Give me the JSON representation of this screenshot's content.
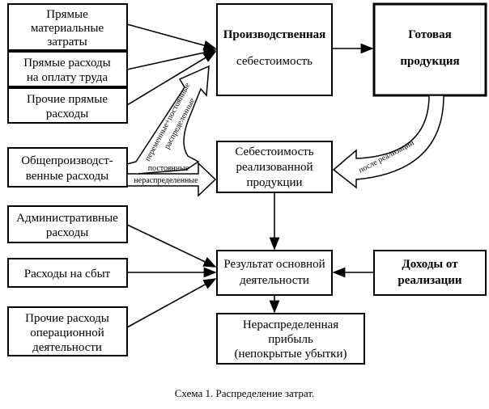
{
  "left_boxes": {
    "direct_materials": [
      "Прямые",
      "материальные",
      "затраты"
    ],
    "direct_labor": [
      "Прямые расходы",
      "на оплату труда"
    ],
    "other_direct": [
      "Прочие прямые",
      "расходы"
    ],
    "overhead": [
      "Общепроизводст-",
      "венные расходы"
    ],
    "administrative": [
      "Административные",
      "расходы"
    ],
    "selling": [
      "Расходы на сбыт"
    ],
    "other_operating": [
      "Прочие расходы",
      "операционной",
      "деятельности"
    ]
  },
  "center_boxes": {
    "production_cost": [
      "Производственная",
      "себестоимость"
    ],
    "finished_goods": [
      "Готовая",
      "продукция"
    ],
    "cost_of_sales": [
      "Себестоимость",
      "реализованной",
      "продукции"
    ],
    "operating_result": [
      "Результат основной",
      "деятельности"
    ],
    "revenue": [
      "Доходы от",
      "реализации"
    ],
    "retained_earnings": [
      "Нераспределенная",
      "прибыль",
      "(непокрытые убытки)"
    ]
  },
  "arrow_labels": {
    "variable_fixed_allocated": [
      "переменные+постоянные",
      "распределенные"
    ],
    "fixed_unallocated": [
      "постоянные",
      "нераспределенные"
    ],
    "after_sale": "после реализации"
  },
  "caption": "Схема 1. Распределение затрат."
}
